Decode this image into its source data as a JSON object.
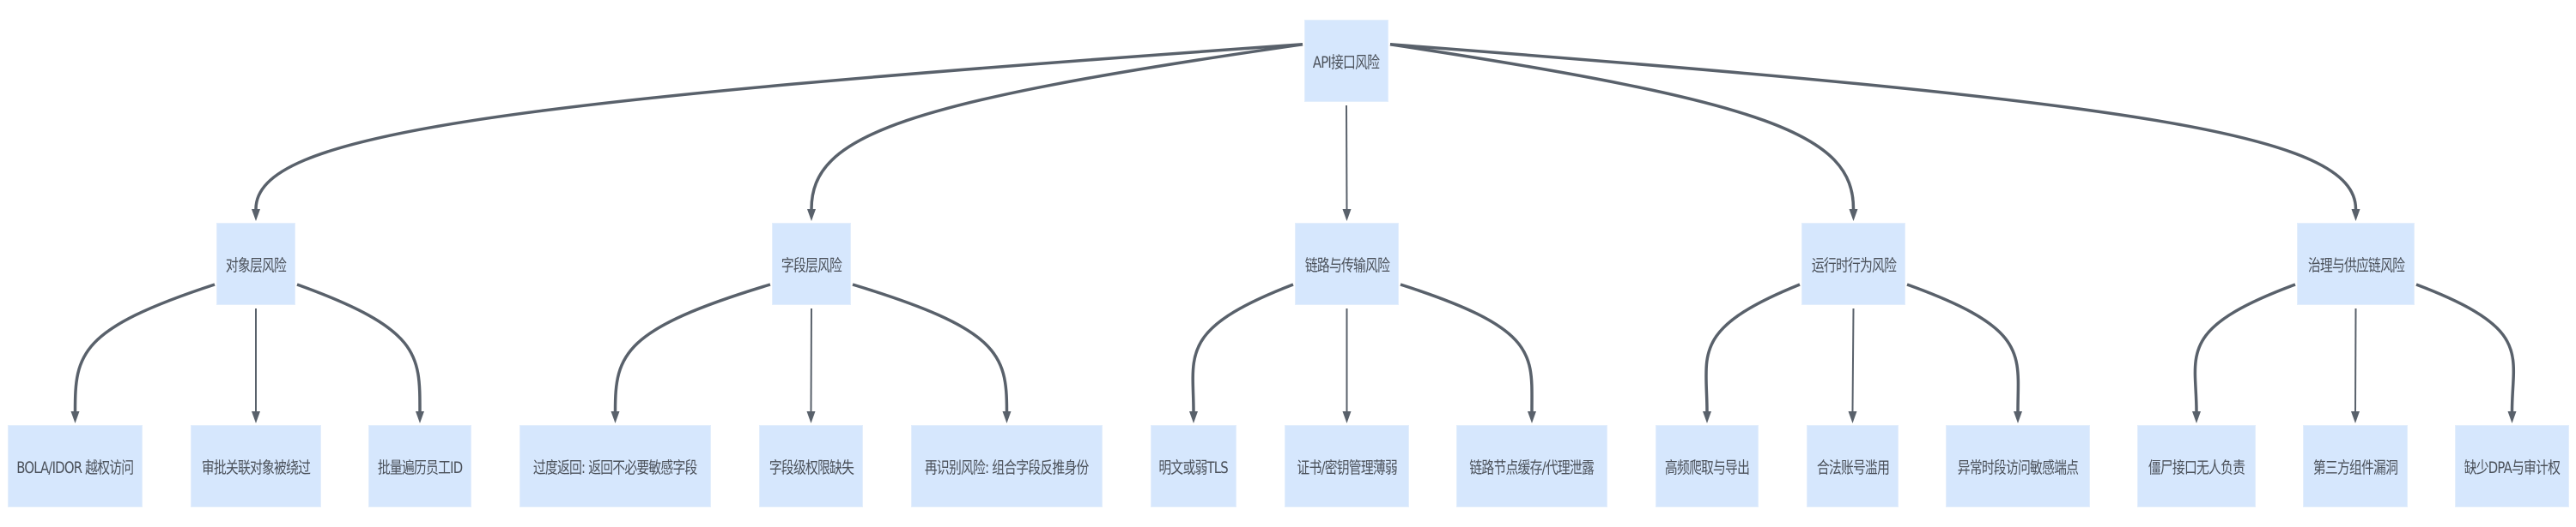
{
  "diagram": {
    "type": "tree",
    "colors": {
      "node_fill": "#d6e7fd",
      "edge": "#59616b",
      "text": "#4b515a"
    },
    "root": {
      "id": "root",
      "label": "API接口风险"
    },
    "categories": [
      {
        "id": "c1",
        "label": "对象层风险",
        "children": [
          {
            "id": "c1a",
            "label": "BOLA/IDOR 越权访问"
          },
          {
            "id": "c1b",
            "label": "审批关联对象被绕过"
          },
          {
            "id": "c1c",
            "label": "批量遍历员工ID"
          }
        ]
      },
      {
        "id": "c2",
        "label": "字段层风险",
        "children": [
          {
            "id": "c2a",
            "label": "过度返回: 返回不必要敏感字段"
          },
          {
            "id": "c2b",
            "label": "字段级权限缺失"
          },
          {
            "id": "c2c",
            "label": "再识别风险: 组合字段反推身份"
          }
        ]
      },
      {
        "id": "c3",
        "label": "链路与传输风险",
        "children": [
          {
            "id": "c3a",
            "label": "明文或弱TLS"
          },
          {
            "id": "c3b",
            "label": "证书/密钥管理薄弱"
          },
          {
            "id": "c3c",
            "label": "链路节点缓存/代理泄露"
          }
        ]
      },
      {
        "id": "c4",
        "label": "运行时行为风险",
        "children": [
          {
            "id": "c4a",
            "label": "高频爬取与导出"
          },
          {
            "id": "c4b",
            "label": "合法账号滥用"
          },
          {
            "id": "c4c",
            "label": "异常时段访问敏感端点"
          }
        ]
      },
      {
        "id": "c5",
        "label": "治理与供应链风险",
        "children": [
          {
            "id": "c5a",
            "label": "僵尸接口无人负责"
          },
          {
            "id": "c5b",
            "label": "第三方组件漏洞"
          },
          {
            "id": "c5c",
            "label": "缺少DPA与审计权"
          }
        ]
      }
    ]
  }
}
